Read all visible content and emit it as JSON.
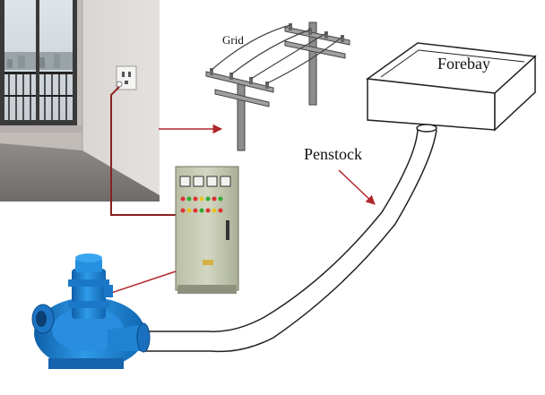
{
  "labels": {
    "grid": "Grid",
    "forebay": "Forebay",
    "penstock": "Penstock"
  },
  "colors": {
    "arrow": "#b0262d",
    "wire": "#8b2020",
    "cabinet": "#c9cdb6",
    "turbine": "#1e86d6",
    "outline": "#222222"
  },
  "icons": [
    "room-photo",
    "wall-socket-icon",
    "utility-pole-icon",
    "control-cabinet-icon",
    "water-turbine-icon",
    "forebay-tank-icon"
  ]
}
